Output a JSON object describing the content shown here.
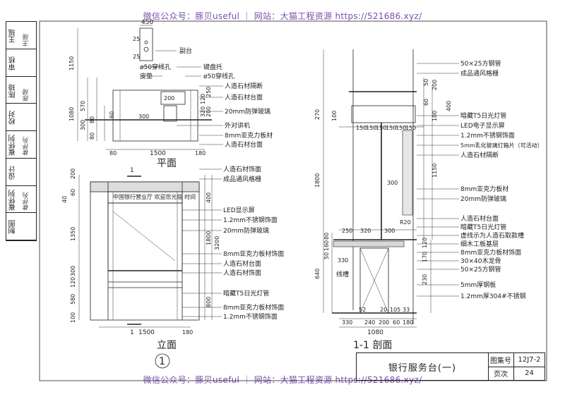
{
  "watermark": {
    "top": "微信公众号：豚贝useful ｜ 网站：大猫工程资源 https://521686.xyz/",
    "bottom": "微信公众号：豚贝useful ｜ 网站：大猫工程资源 https://521686.xyz/"
  },
  "side_panel": [
    {
      "label": "王瑶",
      "sig": "王瑶"
    },
    {
      "label": "审核",
      "sig": ""
    },
    {
      "label": "陈琦",
      "sig": "陈琦"
    },
    {
      "label": "校对",
      "sig": ""
    },
    {
      "label": "崔怀列",
      "sig": "崔怀列"
    },
    {
      "label": "设计",
      "sig": ""
    },
    {
      "label": "崔怀列",
      "sig": "崔怀列"
    },
    {
      "label": "制图",
      "sig": ""
    }
  ],
  "plan": {
    "caption": "平面",
    "dims": {
      "d450": "450",
      "d25a": "25",
      "d25b": "25",
      "d1150": "1150",
      "d570": "570",
      "d300": "300",
      "d1080": "1080",
      "d80a": "80",
      "d80b": "80",
      "d200": "200",
      "d300b": "300",
      "d120": "120",
      "d60": "60",
      "d320": "320",
      "d250": "250",
      "d80c": "80",
      "d1500": "1500",
      "d180": "180",
      "d200b": "200"
    },
    "labels": [
      "副台",
      "ø50穿线孔",
      "皮垫",
      "键盘托",
      "ø50穿线孔",
      "人造石材隔断",
      "人造石材台面",
      "20mm防弹玻璃",
      "外对讲机",
      "8mm亚克力板材",
      "人造石材台面"
    ]
  },
  "elevation": {
    "caption": "立面",
    "marker": "1",
    "section_mark": "1",
    "dims": {
      "d200": "200",
      "d40": "40",
      "d60": "60",
      "d1350": "1350",
      "d300": "300",
      "d120": "120",
      "d580": "580",
      "d100": "100",
      "d400": "400",
      "d1800": "1800",
      "d3200": "3200",
      "d800": "800",
      "d1500": "1500",
      "d180": "180"
    },
    "labels": [
      "人造石材饰面",
      "成品通风格栅",
      "LED显示屏",
      "1.2mm不锈钢饰面",
      "20mm防弹玻璃",
      "8mm亚克力板材饰面",
      "人造石材台面",
      "人造石材饰面",
      "暗藏T5日光灯管",
      "8mm亚克力板材饰面",
      "1.2mm不锈钢饰面"
    ],
    "screen_text": "中国银行营业厅 欢迎您光临 时间"
  },
  "section": {
    "caption": "1-1 剖面",
    "dims": {
      "d270": "270",
      "d1800": "1800",
      "d640": "640",
      "d160": "160",
      "d50": "50",
      "d80": "80",
      "d300": "300",
      "d100a": "100",
      "d150s": [
        "60",
        "150",
        "150",
        "150",
        "150",
        "150",
        "150"
      ],
      "d50b": "50",
      "d200": "200",
      "d100b": "100",
      "d400": "400",
      "d1150": "1150",
      "d300b": "300",
      "r20": "R20",
      "d250": "250",
      "d320": "320",
      "d300c": "300",
      "d330a": "330",
      "d170": "170",
      "d120": "120",
      "d230": "230",
      "d52": "52",
      "d20": "20",
      "d105": "105",
      "d33": "33",
      "d330b": "330",
      "d240": "240",
      "d200b": "200",
      "d60b": "60",
      "d180": "180",
      "d1080": "1080"
    },
    "labels": [
      "50×25方钢管",
      "成品通风格栅",
      "暗藏T5日光灯管",
      "LED电子显示屏",
      "1.2mm不锈钢饰面",
      "5mm乳化玻璃灯箱片（可活动）",
      "人造石材隔断",
      "8mm亚克力板材",
      "20mm防弹玻璃",
      "人造石材台面",
      "暗藏T5日光灯管",
      "虚线示为人造石取款槽",
      "细木工板基层",
      "8mm亚克力板材饰面",
      "30×40木龙骨",
      "50×25方钢管",
      "5mm厚钢板",
      "1.2mm厚304#不锈钢",
      "线槽"
    ]
  },
  "title_block": {
    "title": "银行服务台(一)",
    "atlas_label": "图集号",
    "atlas_value": "12J7-2",
    "page_label": "页次",
    "page_value": "24"
  }
}
